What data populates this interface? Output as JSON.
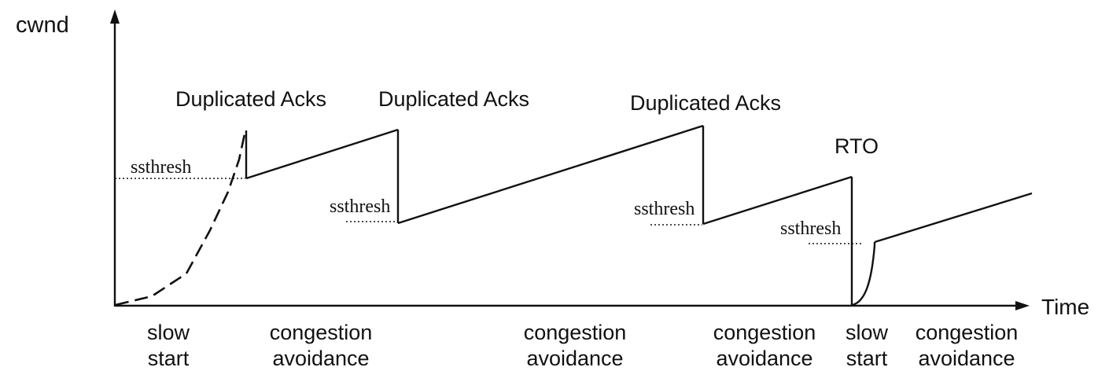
{
  "diagram": {
    "y_axis_label": "cwnd",
    "x_axis_label": "Time",
    "events": [
      {
        "label": "Duplicated Acks"
      },
      {
        "label": "Duplicated Acks"
      },
      {
        "label": "Duplicated Acks"
      },
      {
        "label": "RTO"
      }
    ],
    "thresholds": [
      {
        "label": "ssthresh"
      },
      {
        "label": "ssthresh"
      },
      {
        "label": "ssthresh"
      },
      {
        "label": "ssthresh"
      }
    ],
    "phases": [
      {
        "line1": "slow",
        "line2": "start"
      },
      {
        "line1": "congestion",
        "line2": "avoidance"
      },
      {
        "line1": "congestion",
        "line2": "avoidance"
      },
      {
        "line1": "congestion",
        "line2": "avoidance"
      },
      {
        "line1": "slow",
        "line2": "start"
      },
      {
        "line1": "congestion",
        "line2": "avoidance"
      }
    ],
    "curve_summary": {
      "description": "TCP congestion window (cwnd) over time",
      "sequence": [
        "slow start: dashed exponential rise from origin to first peak",
        "Duplicated Acks: cwnd drops to ssthresh, linear congestion avoidance climb",
        "Duplicated Acks: drop to lower ssthresh, linear congestion avoidance climb",
        "Duplicated Acks: drop to ssthresh, linear congestion avoidance climb",
        "RTO: cwnd collapses to zero, new slow start exponential rise to ssthresh",
        "congestion avoidance: linear climb continues to edge of plot"
      ]
    },
    "colors": {
      "line": "#111111",
      "text": "#111111",
      "background": "#ffffff"
    }
  }
}
